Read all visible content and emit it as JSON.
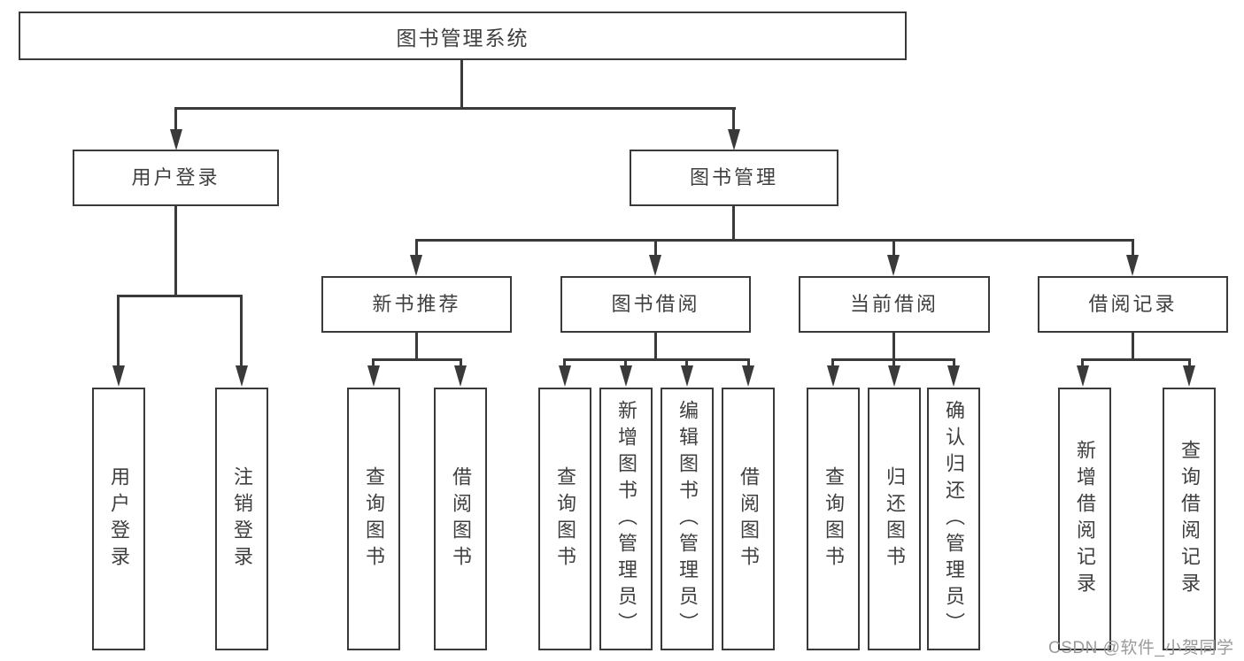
{
  "title": "图书管理系统",
  "watermark": "CSDN @软件_小贺同学",
  "colors": {
    "line": "#3a3a3a",
    "text": "#3f3f3f",
    "watermark": "#9a9a9a",
    "background": "#ffffff"
  },
  "chart_type": "hierarchy-diagram",
  "tree": {
    "root": {
      "label": "图书管理系统"
    },
    "level1": [
      {
        "label": "用户登录",
        "children": [
          "用户登录",
          "注销登录"
        ]
      },
      {
        "label": "图书管理",
        "children": [
          {
            "label": "新书推荐",
            "children": [
              "查询图书",
              "借阅图书"
            ]
          },
          {
            "label": "图书借阅",
            "children": [
              "查询图书",
              "新增图书（管理员）",
              "编辑图书（管理员）",
              "借阅图书"
            ]
          },
          {
            "label": "当前借阅",
            "children": [
              "查询图书",
              "归还图书",
              "确认归还（管理员）"
            ]
          },
          {
            "label": "借阅记录",
            "children": [
              "新增借阅记录",
              "查询借阅记录"
            ]
          }
        ]
      }
    ]
  }
}
